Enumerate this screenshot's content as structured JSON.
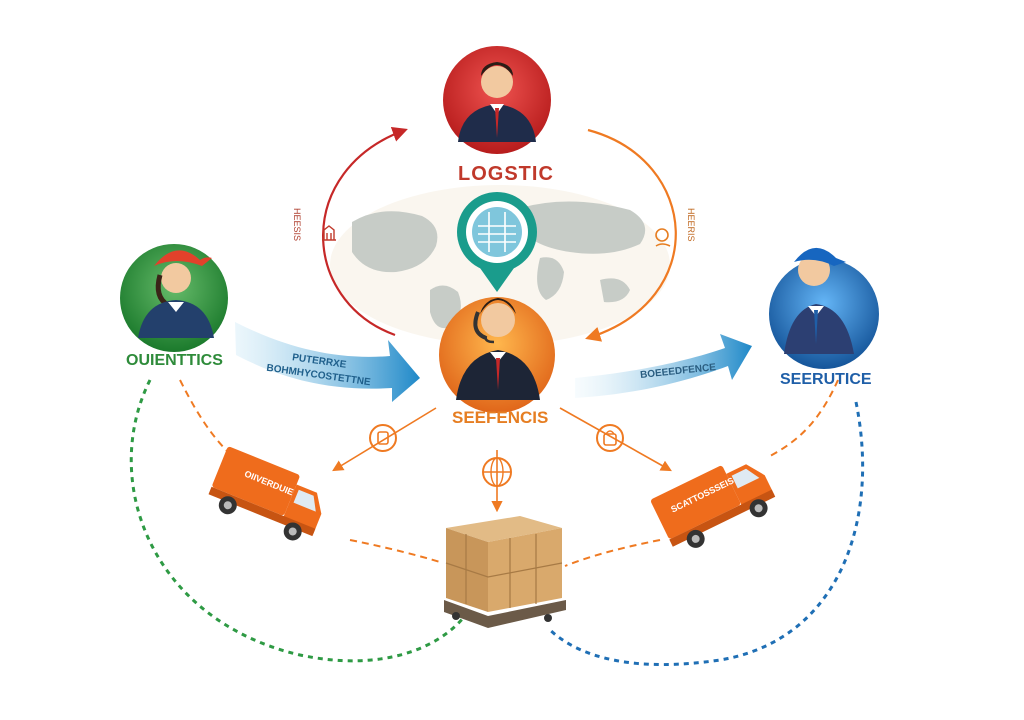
{
  "nodes": {
    "top": {
      "label": "LOGSTIC",
      "color": "#c62828"
    },
    "left": {
      "label": "OUIENTTICS",
      "color": "#2e8b3a"
    },
    "center": {
      "label": "SEEFENCIS",
      "color": "#e67e22"
    },
    "right": {
      "label": "SEERUTICE",
      "color": "#1f5fa8"
    }
  },
  "flow_labels": {
    "left_band_line1": "PUTERRXE",
    "left_band_line2": "BOHMHYCOSTETTNE",
    "right_band": "BOEEEDFENCE",
    "left_vertical": "HEESIS",
    "right_vertical": "HEERIS",
    "left_truck": "OIIVERDUIE",
    "right_truck": "SCATTOSSSEIS"
  },
  "colors": {
    "red": "#c62828",
    "green": "#2e8b3a",
    "orange": "#ef7a22",
    "blue": "#1f6fb5",
    "band_blue": "#2b9ad0",
    "box": "#d4a46a"
  }
}
